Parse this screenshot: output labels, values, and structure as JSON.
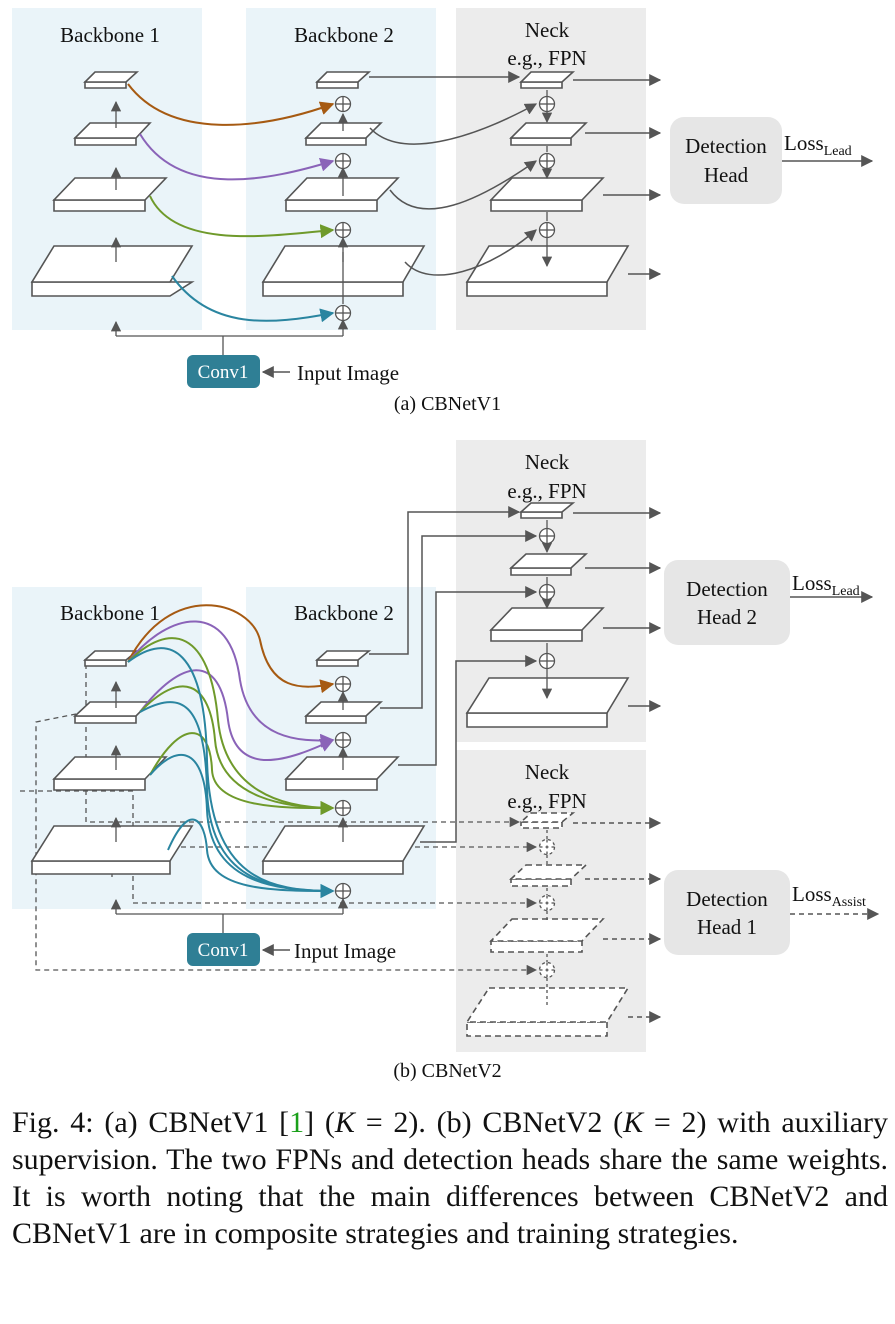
{
  "panel_a": {
    "backbone1": "Backbone 1",
    "backbone2": "Backbone 2",
    "neck_line1": "Neck",
    "neck_line2": "e.g., FPN",
    "head_line1": "Detection",
    "head_line2": "Head",
    "loss_main": "Loss",
    "loss_sub": "Lead",
    "conv_label": "Conv1",
    "input_label": "Input Image",
    "subcaption": "(a) CBNetV1"
  },
  "panel_b": {
    "backbone1": "Backbone 1",
    "backbone2": "Backbone 2",
    "neck_top_line1": "Neck",
    "neck_top_line2": "e.g., FPN",
    "neck_bottom_line1": "Neck",
    "neck_bottom_line2": "e.g., FPN",
    "head2_line1": "Detection",
    "head2_line2": "Head 2",
    "head1_line1": "Detection",
    "head1_line2": "Head 1",
    "loss_lead_main": "Loss",
    "loss_lead_sub": "Lead",
    "loss_assist_main": "Loss",
    "loss_assist_sub": "Assist",
    "conv_label": "Conv1",
    "input_label": "Input Image",
    "subcaption": "(b) CBNetV2"
  },
  "caption": {
    "part1": "Fig. 4: (a) CBNetV1 [",
    "ref": "1",
    "part2": "] (",
    "k_var": "K",
    "eq": " = 2). (b) CBNetV2 (",
    "k_var2": "K",
    "part3": " = 2) with auxiliary supervision. The two FPNs and detection heads share the same weights. It is worth noting that the main differences between CBNetV2 and CBNetV1 are in composite strategies and training strategies."
  },
  "colors": {
    "backbone_panel": "#eaf4f9",
    "neck_panel": "#ececec",
    "head_box": "#e6e6e6",
    "conv_box": "#2f7f95",
    "arrow": "#555555",
    "curve_orange": "#a65a12",
    "curve_purple": "#8a63b8",
    "curve_green": "#6f9a2b",
    "curve_teal": "#2a85a0",
    "ref_green": "#1aa01a"
  }
}
